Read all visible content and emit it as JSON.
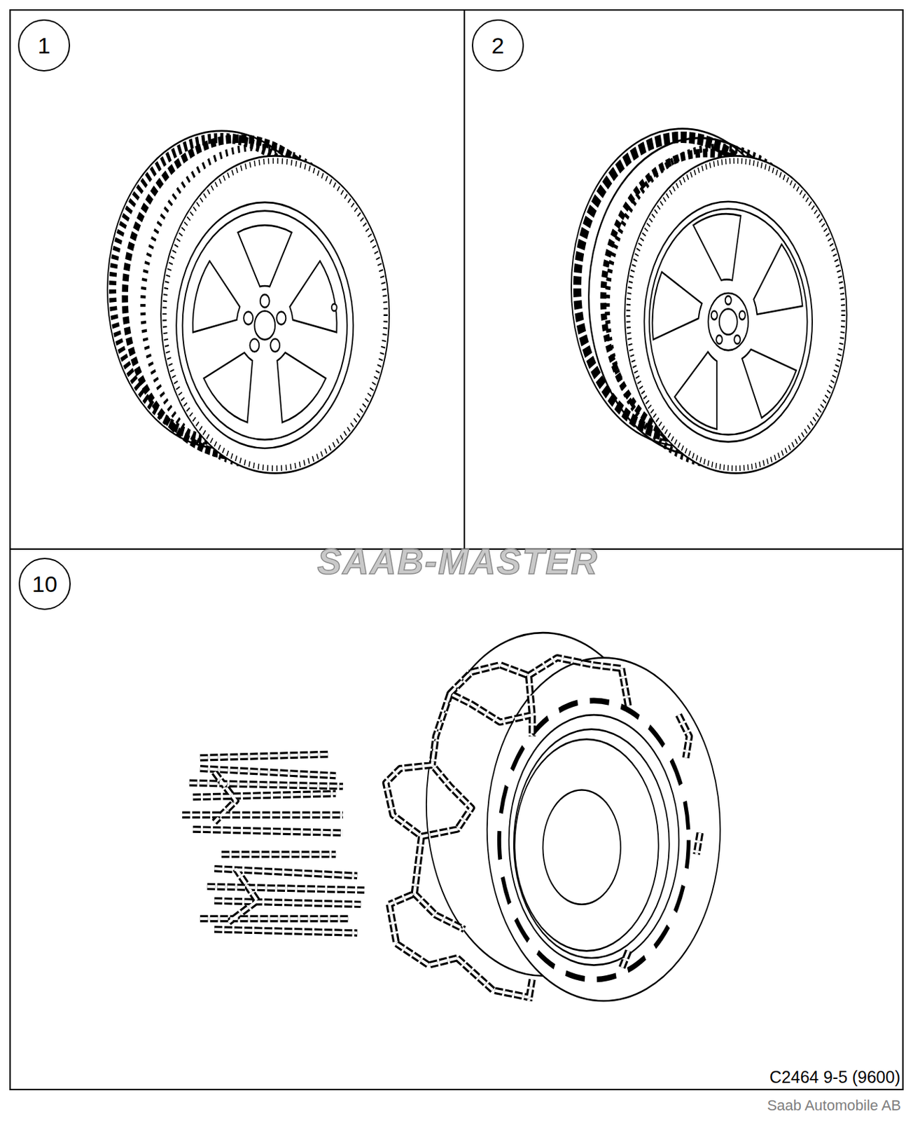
{
  "diagram": {
    "nodes": [
      {
        "text": [
          "1"
        ]
      },
      {
        "text": [
          "2"
        ]
      },
      {
        "text": [
          "10"
        ]
      }
    ],
    "labels": [
      "SAAB-MASTER",
      "C2464 9-5 (9600)",
      "Saab Automobile AB"
    ]
  }
}
